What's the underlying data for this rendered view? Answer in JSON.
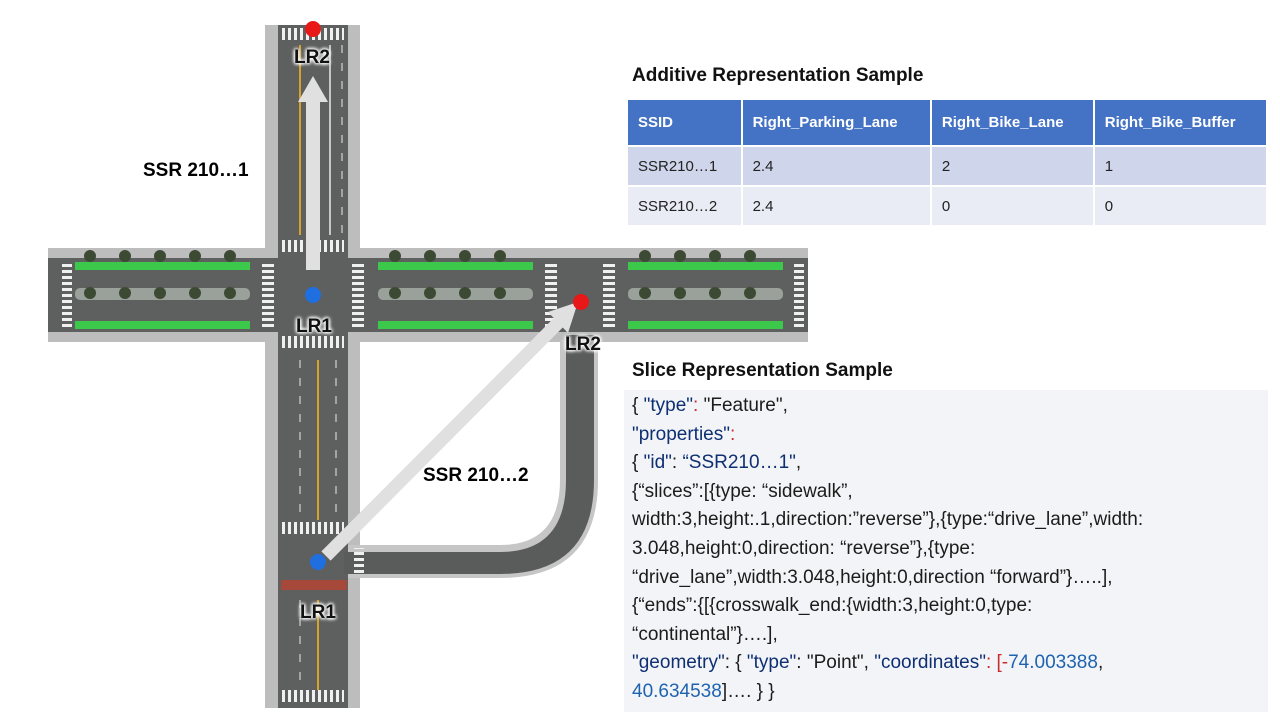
{
  "diagram": {
    "labels": {
      "ssr_1": "SSR 210…1",
      "ssr_2": "SSR 210…2",
      "lr1_top": "LR1",
      "lr2_top": "LR2",
      "lr1_bottom": "LR1",
      "lr2_right": "LR2"
    },
    "colors": {
      "road": "#5e5f5f",
      "sidewalk": "#bdbdbd",
      "median_green": "#3cc84a",
      "arrow": "#e0e0e0",
      "start_point": "#1f6fe0",
      "end_point": "#e81818",
      "bike_lane_red": "#a6483a",
      "lane_yellow": "#d5a22a"
    }
  },
  "additive": {
    "title": "Additive Representation Sample",
    "columns": [
      "SSID",
      "Right_Parking_Lane",
      "Right_Bike_Lane",
      "Right_Bike_Buffer"
    ],
    "rows": [
      [
        "SSR210…1",
        "2.4",
        "2",
        "1"
      ],
      [
        "SSR210…2",
        "2.4",
        "0",
        "0"
      ]
    ],
    "colors": {
      "header": "#4472c4",
      "row_a": "#cfd5ea",
      "row_b": "#e9ebf5"
    }
  },
  "slice": {
    "title": "Slice Representation Sample",
    "lines": [
      [
        {
          "t": "{ ",
          "c": "d"
        },
        {
          "t": "\"type\"",
          "c": "k"
        },
        {
          "t": ": ",
          "c": "p"
        },
        {
          "t": "\"Feature\",",
          "c": "d"
        }
      ],
      [
        {
          "t": "\"properties\"",
          "c": "k"
        },
        {
          "t": ":",
          "c": "p"
        }
      ],
      [
        {
          "t": "{ ",
          "c": "d"
        },
        {
          "t": "\"id\"",
          "c": "k"
        },
        {
          "t": ": ",
          "c": "d"
        },
        {
          "t": "“SSR210…1\"",
          "c": "k"
        },
        {
          "t": ",",
          "c": "d"
        }
      ],
      [
        {
          "t": "{“slices”:[{type: “sidewalk”,",
          "c": "d"
        }
      ],
      [
        {
          "t": "width:3,height:.1,direction:”reverse”},{type:“drive_lane”,width:",
          "c": "d"
        }
      ],
      [
        {
          "t": "3.048,height:0,direction: “reverse”},{type:",
          "c": "d"
        }
      ],
      [
        {
          "t": "“drive_lane”,width:3.048,height:0,direction “forward”}…..],",
          "c": "d"
        }
      ],
      [
        {
          "t": "{“ends”:{[{crosswalk_end:{width:3,height:0,type:",
          "c": "d"
        }
      ],
      [
        {
          "t": "“continental”}….],",
          "c": "d"
        }
      ],
      [
        {
          "t": "\"geometry\"",
          "c": "k"
        },
        {
          "t": ": { ",
          "c": "d"
        },
        {
          "t": "\"type\"",
          "c": "k"
        },
        {
          "t": ": ",
          "c": "d"
        },
        {
          "t": "\"Point\"",
          "c": "d"
        },
        {
          "t": ", ",
          "c": "d"
        },
        {
          "t": "\"coordinates\"",
          "c": "k"
        },
        {
          "t": ": [-",
          "c": "p"
        },
        {
          "t": "74.003388",
          "c": "n"
        },
        {
          "t": ",",
          "c": "d"
        }
      ],
      [
        {
          "t": "40.634538",
          "c": "n"
        },
        {
          "t": "]…. } }",
          "c": "d"
        }
      ]
    ]
  }
}
